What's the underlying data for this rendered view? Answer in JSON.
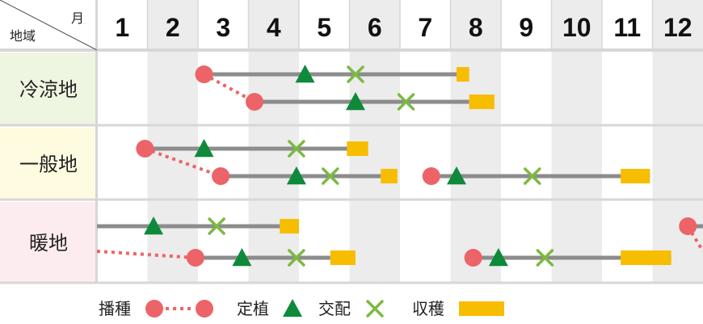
{
  "chart_data": {
    "type": "gantt",
    "header": {
      "month_label": "月",
      "region_label": "地域"
    },
    "months": [
      "1",
      "2",
      "3",
      "4",
      "5",
      "6",
      "7",
      "8",
      "9",
      "10",
      "11",
      "12"
    ],
    "regions": [
      {
        "name": "冷涼地",
        "background": "#eef5e1",
        "rows": [
          {
            "bar": [
              2.12,
              7.12
            ],
            "sow": 2.12,
            "plant": 4.12,
            "cross": 5.12,
            "harvest": [
              7.12,
              7.37
            ]
          },
          {
            "sow_link_from": 2.12,
            "bar": [
              3.12,
              7.37
            ],
            "sow": 3.12,
            "plant": 5.12,
            "cross": 6.12,
            "harvest": [
              7.37,
              7.87
            ]
          }
        ]
      },
      {
        "name": "一般地",
        "background": "#fffbe0",
        "rows": [
          {
            "bar": [
              0.95,
              5.12
            ],
            "sow": 0.95,
            "plant": 2.12,
            "cross": 3.95,
            "harvest": [
              4.95,
              5.37
            ]
          },
          {
            "sow_link_from": 0.95,
            "bar": [
              2.45,
              5.62
            ],
            "sow": 2.45,
            "plant": 3.95,
            "cross": 4.62,
            "harvest": [
              5.62,
              5.95
            ]
          },
          {
            "bar": [
              6.62,
              10.95
            ],
            "sow": 6.62,
            "plant": 7.12,
            "cross": 8.62,
            "harvest": [
              10.37,
              10.95
            ]
          }
        ]
      },
      {
        "name": "暖地",
        "background": "#fdecef",
        "rows": [
          {
            "bar": [
              0.0,
              3.95
            ],
            "plant": 1.12,
            "cross": 2.37,
            "harvest": [
              3.62,
              4.0
            ]
          },
          {
            "sow_link_from_left": true,
            "bar": [
              1.95,
              4.62
            ],
            "sow": 1.95,
            "plant": 2.87,
            "cross": 3.95,
            "harvest": [
              4.62,
              5.12
            ]
          },
          {
            "bar": [
              7.45,
              11.37
            ],
            "sow": 7.45,
            "plant": 7.95,
            "cross": 8.87,
            "harvest": [
              10.37,
              11.37
            ]
          },
          {
            "row_index": 0,
            "bar": [
              11.7,
              12.0
            ],
            "sow": 11.7,
            "sow_link_to_right": true
          }
        ]
      }
    ],
    "legend": {
      "sow": "播種",
      "plant": "定植",
      "cross": "交配",
      "harvest": "収穫"
    },
    "colors": {
      "sow": "#ec6468",
      "plant": "#0e8a3a",
      "cross": "#7cba42",
      "harvest": "#f7bd00",
      "bar": "#8c8c8c",
      "grid": "#d7d7d7",
      "column_shade": "#ececec"
    }
  }
}
